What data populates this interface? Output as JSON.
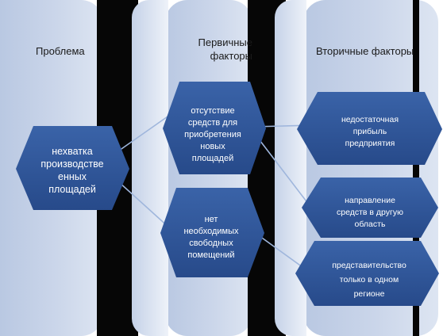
{
  "headings": {
    "problem": "Проблема",
    "primary": "Первичные\nфакторы",
    "secondary": "Вторичные факторы"
  },
  "nodes": {
    "main": "нехватка\nпроизводстве\nенных\nплощадей",
    "primary_1": "отсутствие\nсредств для\nприобретения\nновых\nплощадей",
    "primary_2": "нет\nнеобходимых\nсвободных\nпомещений",
    "secondary_1": "недостаточная\nприбыль\nпредприятия",
    "secondary_2": "направление\nсредств в другую\nобласть",
    "secondary_3": "представительство\nтолько в одном\nрегионе"
  },
  "colors": {
    "node_fill": "#2f5597",
    "column_bg": "#c8d4e9",
    "band_dark": "#060606",
    "connector": "#9fb6dc"
  }
}
